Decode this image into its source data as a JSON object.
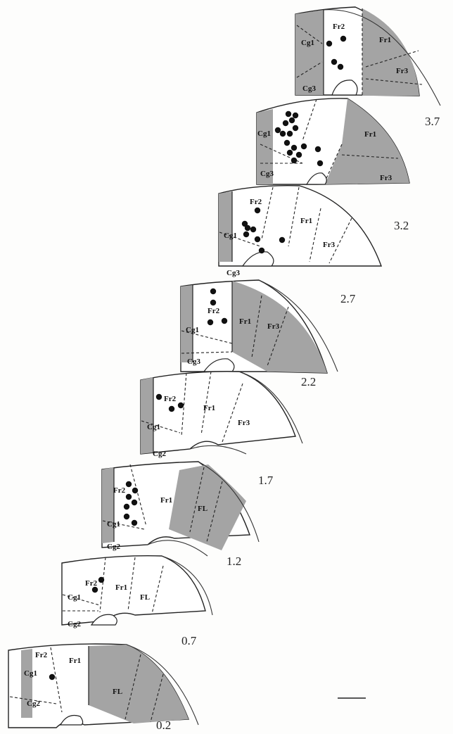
{
  "levels": [
    "3.7",
    "3.2",
    "2.7",
    "2.2",
    "1.7",
    "1.2",
    "0.7",
    "0.2"
  ],
  "regions": {
    "cg1": "Cg1",
    "cg2": "Cg2",
    "cg3": "Cg3",
    "fr1": "Fr1",
    "fr2": "Fr2",
    "fr3": "Fr3",
    "fl": "FL"
  },
  "colors": {
    "shade": "#a4a4a4",
    "line": "#222222",
    "dot": "#111111"
  }
}
